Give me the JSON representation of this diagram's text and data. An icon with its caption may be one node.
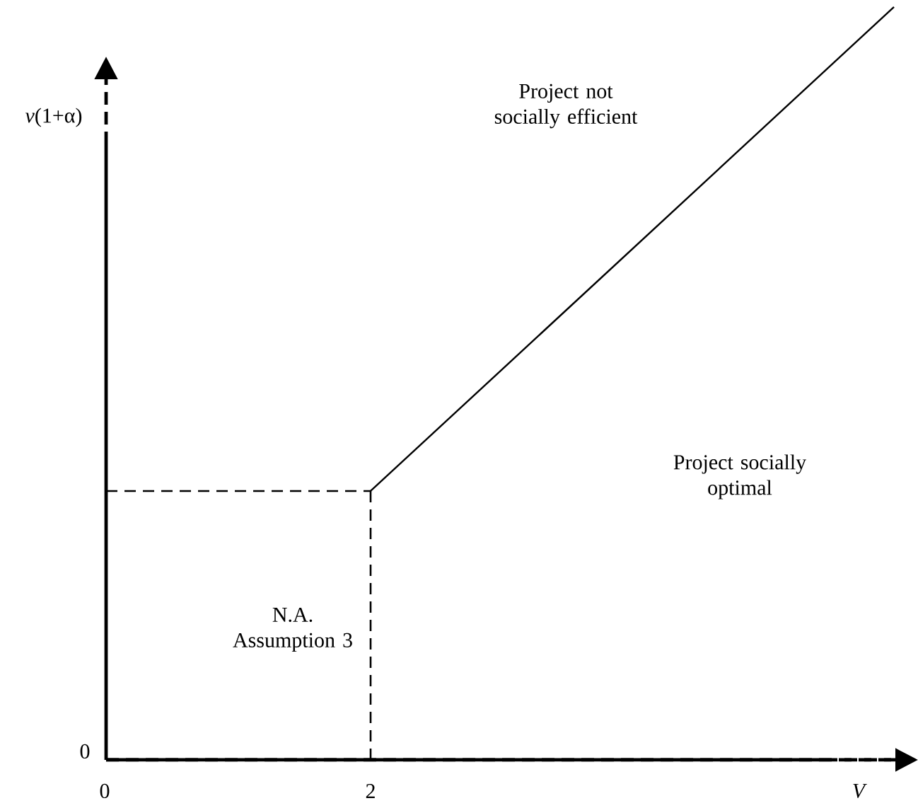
{
  "diagram": {
    "labels": [
      "*ν*(1+α)",
      "Project not socially efficient",
      "Project socially optimal",
      "N.A. Assumption 3",
      "0",
      "0",
      "2",
      "V"
    ]
  }
}
